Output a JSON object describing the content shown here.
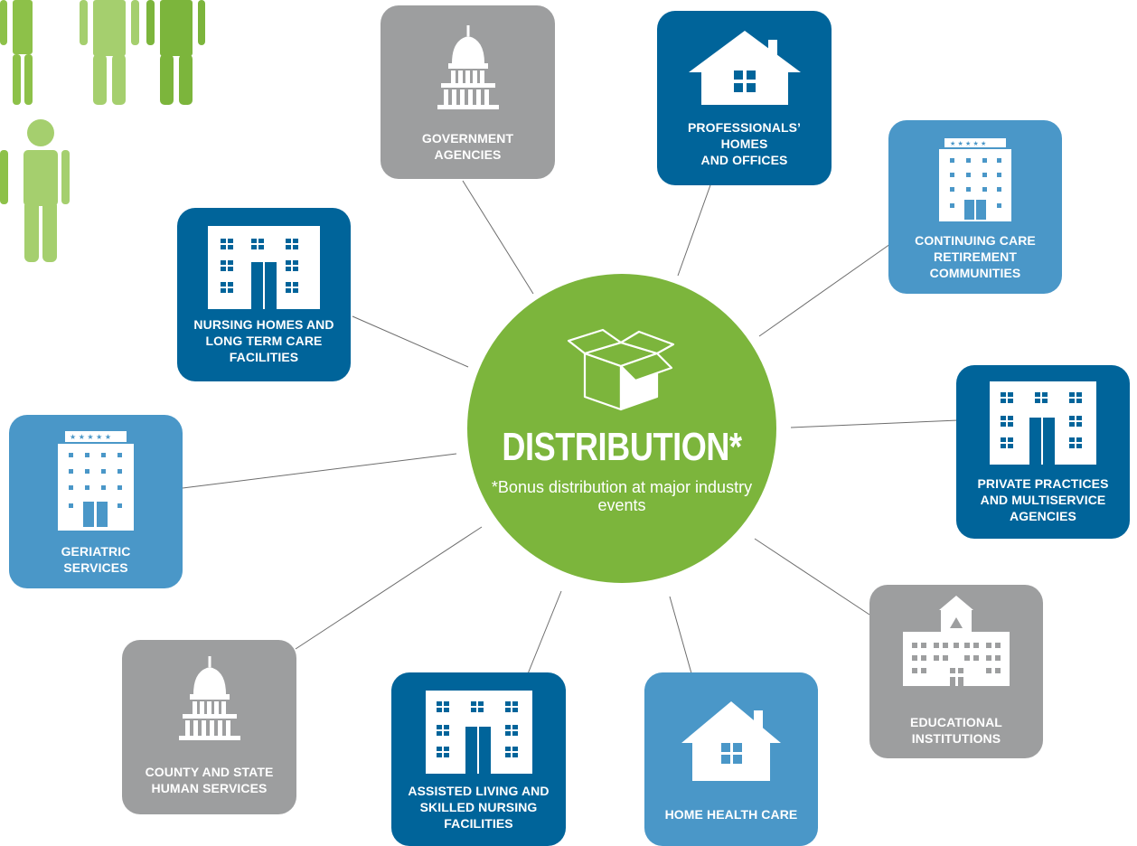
{
  "colors": {
    "green": "#7cb53c",
    "light_green": "#a5cf6e",
    "mid_green": "#8dc149",
    "dark_blue": "#00649a",
    "light_blue": "#4a97c8",
    "gray": "#9d9e9f",
    "line": "#6d6d6d"
  },
  "center": {
    "title": "DISTRIBUTION*",
    "note": "*Bonus distribution at major industry events",
    "icon": "open-box-icon"
  },
  "nodes": {
    "government": {
      "label": "GOVERNMENT\nAGENCIES",
      "icon": "capitol-icon"
    },
    "professionals": {
      "label": "PROFESSIONALS’\nHOMES\nAND OFFICES",
      "icon": "house-icon"
    },
    "continuing_care": {
      "label": "CONTINUING CARE\nRETIREMENT\nCOMMUNITIES",
      "icon": "hotel-icon"
    },
    "nursing_homes": {
      "label": "NURSING HOMES AND\nLONG TERM CARE\nFACILITIES",
      "icon": "building-icon"
    },
    "private_practices": {
      "label": "PRIVATE PRACTICES\nAND MULTISERVICE\nAGENCIES",
      "icon": "building-icon"
    },
    "geriatric": {
      "label": "GERIATRIC\nSERVICES",
      "icon": "hotel-icon"
    },
    "educational": {
      "label": "EDUCATIONAL\nINSTITUTIONS",
      "icon": "school-icon"
    },
    "county_state": {
      "label": "COUNTY AND STATE\nHUMAN SERVICES",
      "icon": "capitol-icon"
    },
    "assisted_living": {
      "label": "ASSISTED LIVING AND\nSKILLED NURSING\nFACILITIES",
      "icon": "building-icon"
    },
    "home_health": {
      "label": "HOME HEALTH CARE",
      "icon": "house-icon"
    }
  },
  "people": {
    "icon": "person-icon"
  }
}
